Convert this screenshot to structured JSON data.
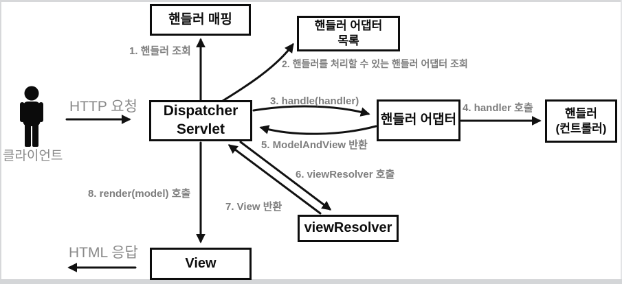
{
  "diagram": {
    "actor": {
      "label": "클라이언트"
    },
    "flow": {
      "http_request": "HTTP 요청",
      "html_response": "HTML 응답"
    },
    "boxes": {
      "handler_mapping": {
        "label": "핸들러 매핑"
      },
      "handler_adapter_list": {
        "line1": "핸들러 어댑터",
        "line2": "목록"
      },
      "dispatcher": {
        "line1": "Dispatcher",
        "line2": "Servlet"
      },
      "handler_adapter": {
        "label": "핸들러 어댑터"
      },
      "handler_controller": {
        "line1": "핸들러",
        "line2": "(컨트롤러)"
      },
      "view_resolver": {
        "label": "viewResolver"
      },
      "view": {
        "label": "View"
      }
    },
    "steps": {
      "s1": "1. 핸들러 조회",
      "s2": "2. 핸들러를 처리할 수 있는 핸들러 어댑터 조회",
      "s3": "3. handle(handler)",
      "s4": "4. handler 호출",
      "s5": "5. ModelAndView 반환",
      "s6": "6. viewResolver 호출",
      "s7": "7. View 반환",
      "s8": "8. render(model) 호출"
    },
    "colors": {
      "box_border": "#0d0d0d",
      "arrow": "#111111",
      "step_label": "#7e7e7e",
      "flow_label": "#8a8a8a",
      "frame": "#d4d6d8",
      "background": "#ffffff"
    }
  }
}
